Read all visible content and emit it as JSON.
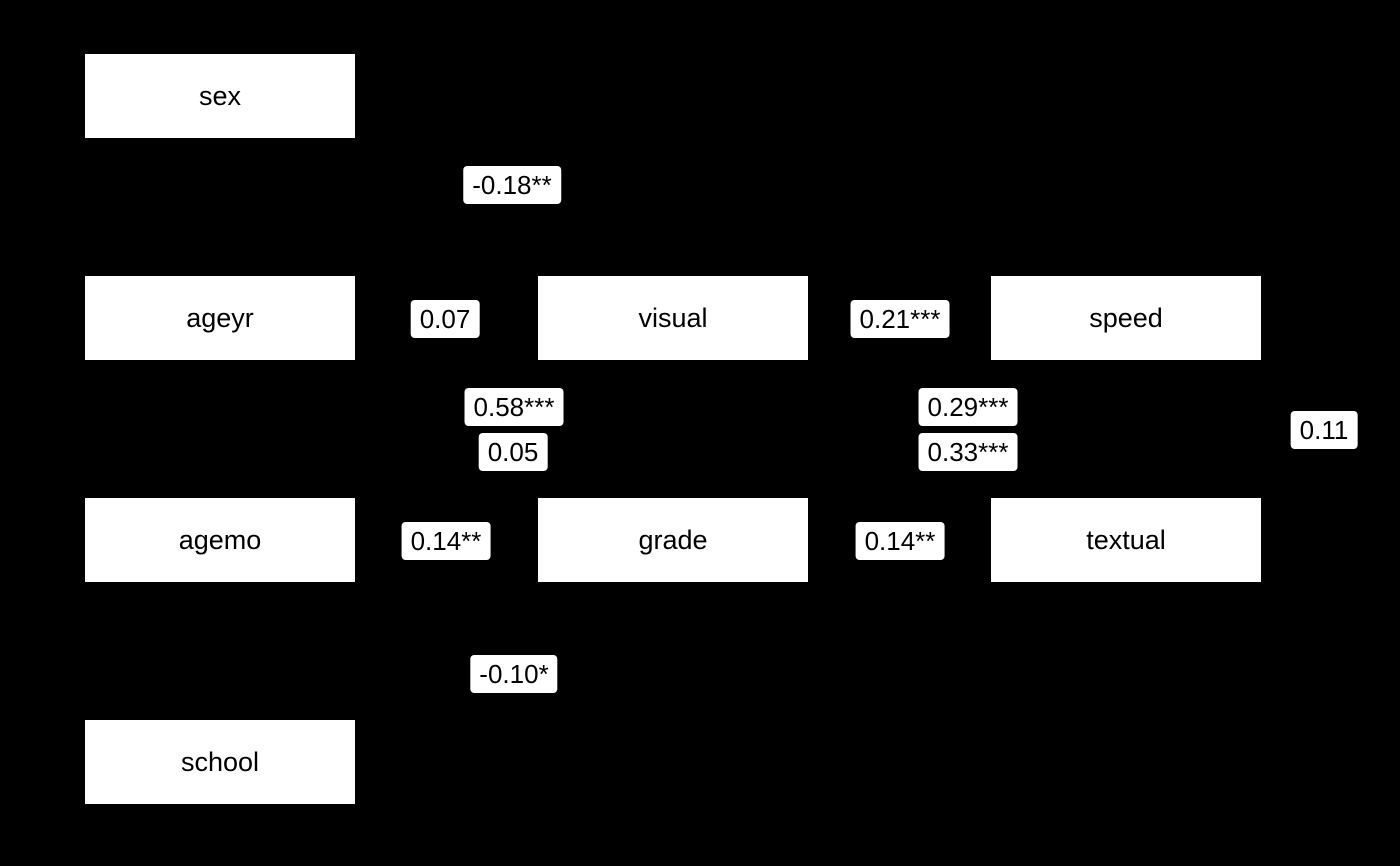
{
  "colors": {
    "background": "#000000",
    "node_fill": "#ffffff",
    "node_text": "#000000",
    "label_fill": "#ffffff",
    "label_text": "#000000"
  },
  "diagram": {
    "type": "sem-path-diagram",
    "nodes": [
      {
        "id": "sex",
        "label": "sex"
      },
      {
        "id": "ageyr",
        "label": "ageyr"
      },
      {
        "id": "visual",
        "label": "visual"
      },
      {
        "id": "speed",
        "label": "speed"
      },
      {
        "id": "agemo",
        "label": "agemo"
      },
      {
        "id": "grade",
        "label": "grade"
      },
      {
        "id": "textual",
        "label": "textual"
      },
      {
        "id": "school",
        "label": "school"
      }
    ],
    "edge_labels": [
      {
        "value": "-0.18**"
      },
      {
        "value": "0.07"
      },
      {
        "value": "0.21***"
      },
      {
        "value": "0.58***"
      },
      {
        "value": "0.05"
      },
      {
        "value": "0.29***"
      },
      {
        "value": "0.33***"
      },
      {
        "value": "0.11"
      },
      {
        "value": "0.14**"
      },
      {
        "value": "0.14**"
      },
      {
        "value": "-0.10*"
      }
    ]
  }
}
